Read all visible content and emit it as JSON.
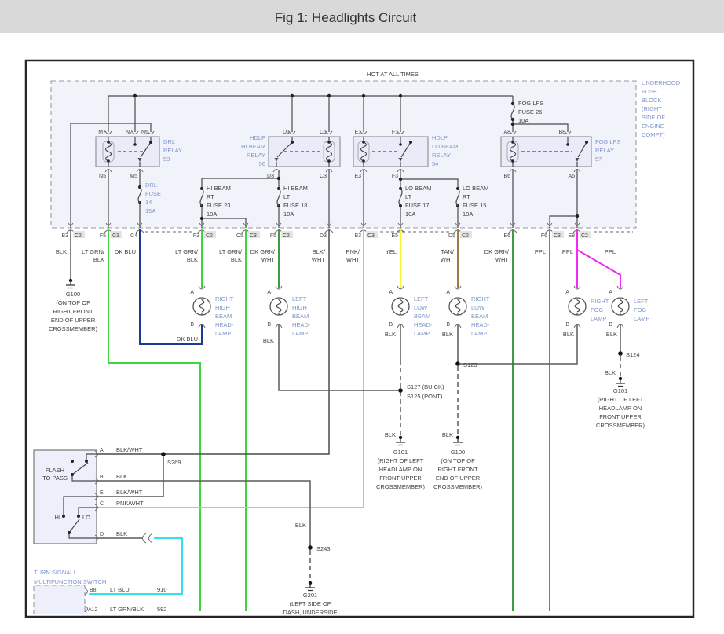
{
  "title": "Fig 1: Headlights Circuit",
  "hot": "HOT AT ALL TIMES",
  "underhood": [
    "UNDERHOOD",
    "FUSE",
    "BLOCK",
    "(RIGHT",
    "SIDE OF",
    "ENGINE",
    "COMPT)"
  ],
  "relays": {
    "drl": {
      "lines": [
        "DRL",
        "RELAY",
        "53"
      ],
      "top": [
        "M7",
        "N7",
        "N6"
      ],
      "bottom": [
        "N5",
        "M5"
      ]
    },
    "hi": {
      "lines": [
        "HDLP",
        "HI BEAM",
        "RELAY",
        "56"
      ],
      "top": [
        "D1",
        "C1"
      ],
      "bottom": [
        "D3",
        "C3"
      ]
    },
    "lo": {
      "lines": [
        "HDLP",
        "LO BEAM",
        "RELAY",
        "54"
      ],
      "top": [
        "E1",
        "F1"
      ],
      "bottom": [
        "E3",
        "F3"
      ]
    },
    "fog": {
      "lines": [
        "FOG LPS",
        "RELAY",
        "57"
      ],
      "top": [
        "A8",
        "B8"
      ],
      "bottom": [
        "B6",
        "A6"
      ]
    }
  },
  "fuses": {
    "drl": [
      "DRL",
      "FUSE",
      "14",
      "15A"
    ],
    "fog": [
      "FOG LPS",
      "FUSE 26",
      "10A"
    ],
    "hi_rt": [
      "HI BEAM",
      "RT",
      "FUSE 23",
      "10A"
    ],
    "hi_lt": [
      "HI BEAM",
      "LT",
      "FUSE 18",
      "10A"
    ],
    "lo_lt": [
      "LO BEAM",
      "LT",
      "FUSE 17",
      "10A"
    ],
    "lo_rt": [
      "LO BEAM",
      "RT",
      "FUSE 15",
      "10A"
    ]
  },
  "connectors": [
    {
      "pin": "B3",
      "conn": "C2",
      "c1": "BLK",
      "c2": ""
    },
    {
      "pin": "F5",
      "conn": "C3",
      "c1": "LT GRN/",
      "c2": "BLK"
    },
    {
      "pin": "C4",
      "conn": "",
      "c1": "DK BLU",
      "c2": ""
    },
    {
      "pin": "F3",
      "conn": "C2",
      "c1": "LT GRN/",
      "c2": "BLK"
    },
    {
      "pin": "C5",
      "conn": "C3",
      "c1": "LT GRN/",
      "c2": "BLK"
    },
    {
      "pin": "F5",
      "conn": "C2",
      "c1": "DK GRN/",
      "c2": "WHT"
    },
    {
      "pin": "D3",
      "conn": "",
      "c1": "BLK/",
      "c2": "WHT"
    },
    {
      "pin": "B3",
      "conn": "C3",
      "c1": "PNK/",
      "c2": "WHT"
    },
    {
      "pin": "E5",
      "conn": "",
      "c1": "YEL",
      "c2": ""
    },
    {
      "pin": "D5",
      "conn": "C2",
      "c1": "TAN/",
      "c2": "WHT"
    },
    {
      "pin": "E6",
      "conn": "",
      "c1": "DK GRN/",
      "c2": "WHT"
    },
    {
      "pin": "F6",
      "conn": "C3",
      "c1": "PPL",
      "c2": ""
    },
    {
      "pin": "E8",
      "conn": "C2",
      "c1": "PPL",
      "c2": ""
    }
  ],
  "branch_ppl": "PPL",
  "lamps": [
    {
      "lines": [
        "RIGHT",
        "HIGH",
        "BEAM",
        "HEAD-",
        "LAMP"
      ]
    },
    {
      "lines": [
        "LEFT",
        "HIGH",
        "BEAM",
        "HEAD-",
        "LAMP"
      ]
    },
    {
      "lines": [
        "LEFT",
        "LOW",
        "BEAM",
        "HEAD-",
        "LAMP"
      ]
    },
    {
      "lines": [
        "RIGHT",
        "LOW",
        "BEAM",
        "HEAD-",
        "LAMP"
      ]
    },
    {
      "lines": [
        "RIGHT",
        "FOG",
        "LAMP"
      ]
    },
    {
      "lines": [
        "LEFT",
        "FOG",
        "LAMP"
      ]
    }
  ],
  "pin_a": "A",
  "pin_b": "B",
  "blk": "BLK",
  "dk_blu": "DK BLU",
  "grounds": {
    "g100": [
      "G100",
      "(ON TOP OF",
      "RIGHT FRONT",
      "END OF UPPER",
      "CROSSMEMBER)"
    ],
    "g101": [
      "G101",
      "(RIGHT OF LEFT",
      "HEADLAMP ON",
      "FRONT UPPER",
      "CROSSMEMBER)"
    ],
    "g201": [
      "G201",
      "(LEFT SIDE OF",
      "DASH, UNDERSIDE"
    ]
  },
  "splices": {
    "s269": "S269",
    "s127": "S127  (BUICK)",
    "s125": "S125  (PONT)",
    "s123": "S123",
    "s124": "S124",
    "s243": "S243"
  },
  "mfs": {
    "flash": [
      "FLASH",
      "TO PASS"
    ],
    "hi": "HI",
    "lo": "LO",
    "name": [
      "TURN SIGNAL/",
      "MULTIFUNCTION SWITCH"
    ],
    "pins": [
      {
        "id": "A",
        "wire": "BLK/WHT"
      },
      {
        "id": "B",
        "wire": "BLK"
      },
      {
        "id": "E",
        "wire": "BLK/WHT"
      },
      {
        "id": "C",
        "wire": "PNK/WHT"
      },
      {
        "id": "D",
        "wire": "BLK"
      }
    ]
  },
  "bottom_box": {
    "pins": [
      {
        "id": "B8",
        "wire": "LT BLU",
        "circuit": "910"
      },
      {
        "id": "A12",
        "wire": "LT GRN/BLK",
        "circuit": "592"
      }
    ]
  },
  "wire_colors": {
    "blk": "#595959",
    "lt_grn_blk": "#3fd43f",
    "dk_blu": "#1c3b94",
    "dk_grn_wht": "#3f9a43",
    "blk_wht": "#4a4a4a",
    "pnk_wht": "#ff9fb8",
    "yel": "#f6f630",
    "tan_wht": "#9b7d45",
    "ppl": "#f32af3",
    "lt_blu": "#35dff0"
  },
  "ui_colors": {
    "label_blue": "#7d95c9",
    "text_dark": "#3f3f3f",
    "header_bg": "#d9d9d9",
    "box_fill": "#edf0fa",
    "frame": "#262626"
  }
}
